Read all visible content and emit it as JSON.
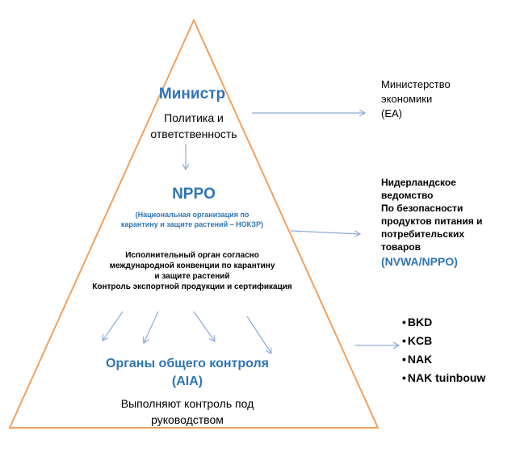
{
  "minister": {
    "title": "Министр",
    "subtitle_line1": "Политика и",
    "subtitle_line2": "ответственность"
  },
  "nppo": {
    "title": "NPPO",
    "desc_line1": "(Национальная организация по",
    "desc_line2": "карантину и защите растений – НОКЗР)",
    "body": [
      "Исполнительный орган согласно",
      "международной конвенции по карантину",
      "и защите растений",
      "Контроль экспортной продукции и сертификация"
    ]
  },
  "aia": {
    "title_line1": "Органы общего контроля",
    "title_line2": "(AIA)",
    "desc_line1": "Выполняют контроль под",
    "desc_line2": "руководством"
  },
  "right_top": {
    "line1": "Министерство",
    "line2": "экономики",
    "line3": "(EA)"
  },
  "right_mid": {
    "lines": [
      "Нидерландское",
      "ведомство",
      "По безопасности",
      "продуктов питания и",
      "потребительских",
      "товаров"
    ],
    "highlight": "(NVWA/NPPO)"
  },
  "right_bottom": {
    "items": [
      "BKD",
      "KCB",
      "NAK",
      "NAK tuinbouw"
    ]
  },
  "colors": {
    "triangle_stroke": "#f0a060",
    "arrow": "#8eaad6",
    "heading": "#2e75b6"
  }
}
